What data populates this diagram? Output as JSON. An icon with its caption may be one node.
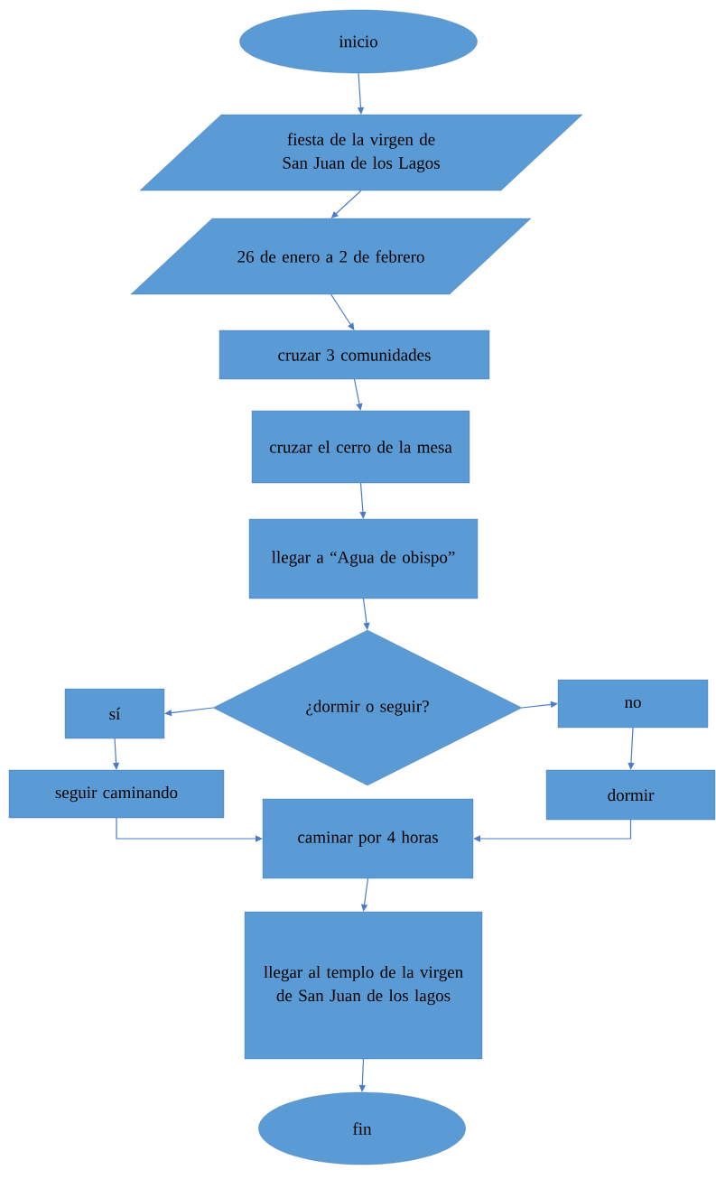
{
  "diagram": {
    "nodes": [
      {
        "text": [
          "inicio"
        ]
      },
      {
        "text": [
          "fiesta de la virgen de San Juan de los Lagos"
        ]
      },
      {
        "text": [
          "26 de enero a 2 de febrero"
        ]
      },
      {
        "text": [
          "cruzar 3 comunidades"
        ]
      },
      {
        "text": [
          "cruzar el cerro de la mesa"
        ]
      },
      {
        "text": [
          "llegar a “Agua de obispo”"
        ]
      },
      {
        "text": [
          "¿dormir o seguir?"
        ]
      },
      {
        "text": [
          "sí"
        ]
      },
      {
        "text": [
          "no"
        ]
      },
      {
        "text": [
          "seguir caminando"
        ]
      },
      {
        "text": [
          "dormir"
        ]
      },
      {
        "text": [
          "caminar por 4 horas"
        ]
      },
      {
        "text": [
          "llegar al templo de la virgen de San Juan de los lagos"
        ]
      },
      {
        "text": [
          "fin"
        ]
      }
    ],
    "edges": [
      {
        "from": 0,
        "to": 1,
        "arrow": "to"
      },
      {
        "from": 1,
        "to": 2,
        "arrow": "to"
      },
      {
        "from": 2,
        "to": 3,
        "arrow": "to"
      },
      {
        "from": 3,
        "to": 4,
        "arrow": "to"
      },
      {
        "from": 4,
        "to": 5,
        "arrow": "to"
      },
      {
        "from": 5,
        "to": 6,
        "arrow": "to"
      },
      {
        "from": 6,
        "to": 7,
        "arrow": "to"
      },
      {
        "from": 6,
        "to": 8,
        "arrow": "to"
      },
      {
        "from": 7,
        "to": 9,
        "arrow": "to"
      },
      {
        "from": 8,
        "to": 10,
        "arrow": "to"
      },
      {
        "from": 9,
        "to": 11,
        "arrow": "to"
      },
      {
        "from": 10,
        "to": 11,
        "arrow": "to"
      },
      {
        "from": 11,
        "to": 12,
        "arrow": "to"
      },
      {
        "from": 12,
        "to": 13,
        "arrow": "to"
      }
    ]
  }
}
